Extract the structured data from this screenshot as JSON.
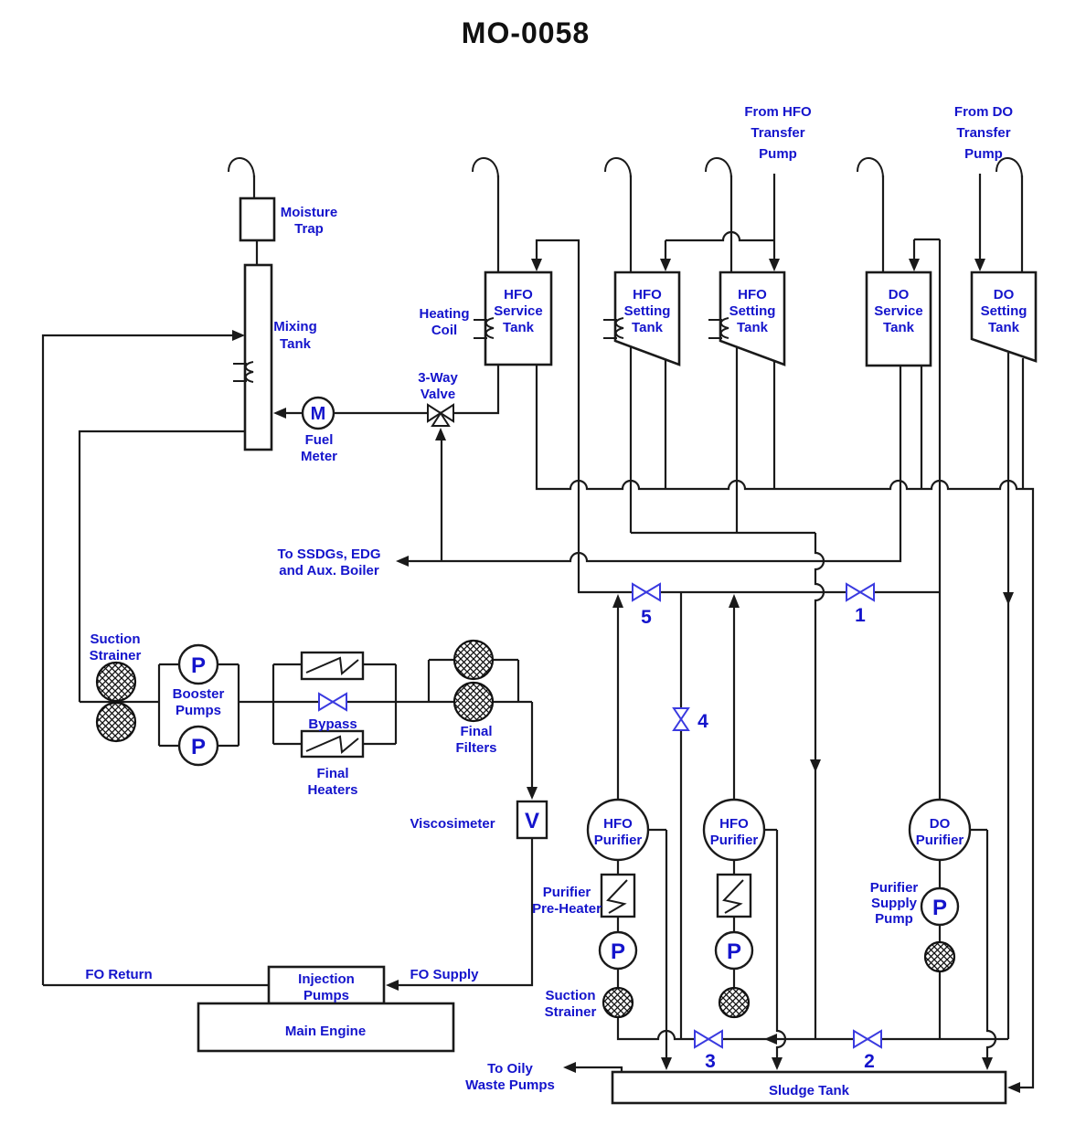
{
  "title": "MO-0058",
  "colors": {
    "line": "#1a1a1a",
    "label_blue": "#1414cc",
    "valve_blue": "#3a3ae0",
    "background": "#ffffff"
  },
  "labels": {
    "moisture_trap": "Moisture\nTrap",
    "mixing_tank": "Mixing\nTank",
    "heating_coil": "Heating\nCoil",
    "hfo_service_tank": "HFO\nService\nTank",
    "hfo_setting_tank_1": "HFO\nSetting\nTank",
    "hfo_setting_tank_2": "HFO\nSetting\nTank",
    "do_service_tank": "DO\nService\nTank",
    "do_setting_tank": "DO\nSetting\nTank",
    "from_hfo_transfer_pump": "From HFO\nTransfer\nPump",
    "from_do_transfer_pump": "From DO\nTransfer\nPump",
    "three_way_valve": "3-Way\nValve",
    "fuel_meter": "Fuel\nMeter",
    "to_ssdgs": "To SSDGs, EDG\nand Aux. Boiler",
    "suction_strainer_booster": "Suction\nStrainer",
    "booster_pumps": "Booster\nPumps",
    "bypass": "Bypass",
    "final_heaters": "Final\nHeaters",
    "final_filters": "Final\nFilters",
    "viscosimeter": "Viscosimeter",
    "fo_return": "FO Return",
    "fo_supply": "FO Supply",
    "injection_pumps": "Injection\nPumps",
    "main_engine": "Main Engine",
    "to_oily_waste_pumps": "To Oily\nWaste Pumps",
    "sludge_tank": "Sludge Tank",
    "hfo_purifier_1": "HFO\nPurifier",
    "hfo_purifier_2": "HFO\nPurifier",
    "do_purifier": "DO\nPurifier",
    "purifier_pre_heater": "Purifier\nPre-Heater",
    "suction_strainer_purifier": "Suction\nStrainer",
    "purifier_supply_pump": "Purifier\nSupply\nPump"
  },
  "valve_numbers": {
    "v1": "1",
    "v2": "2",
    "v3": "3",
    "v4": "4",
    "v5": "5"
  },
  "equipment_letters": {
    "pump": "P",
    "meter": "M",
    "viscosimeter": "V"
  }
}
